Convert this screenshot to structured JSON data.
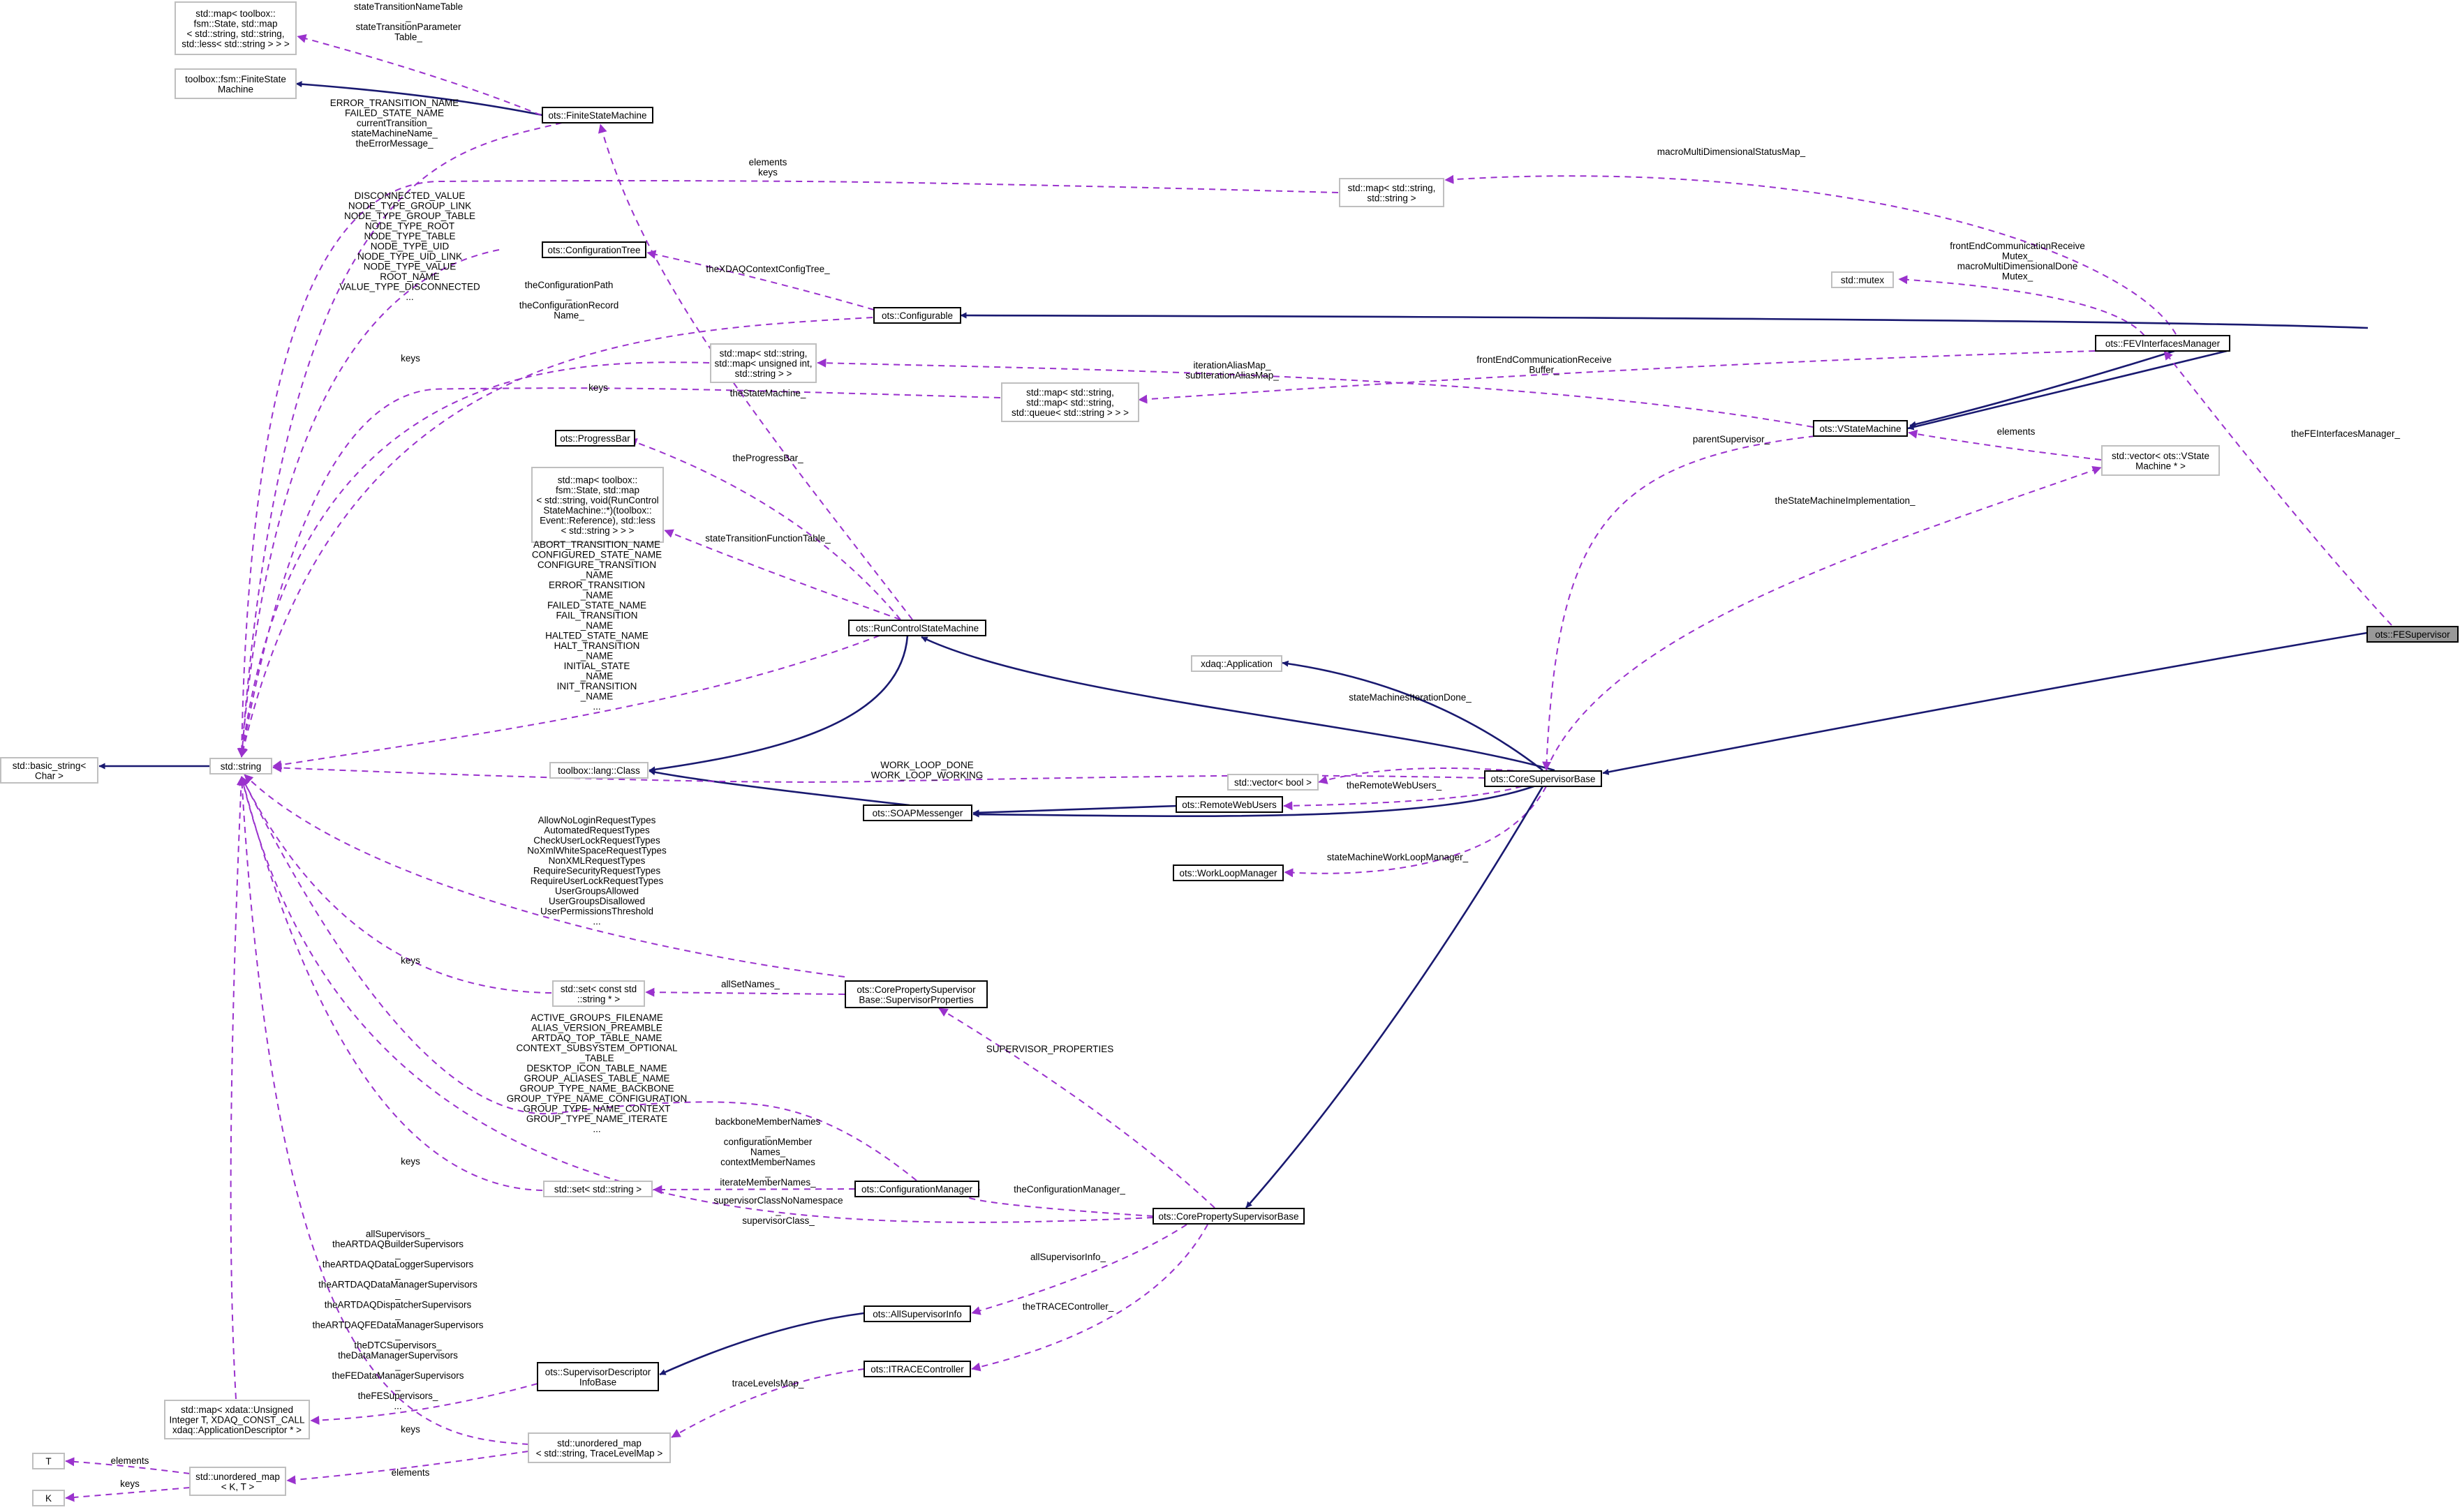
{
  "diagram": {
    "title": "",
    "nodes": {
      "basic_string": [
        "std::basic_string<",
        "Char >"
      ],
      "string": [
        "std::string"
      ],
      "T": [
        "T"
      ],
      "K": [
        "K"
      ],
      "unordered_map_KT": [
        "std::unordered_map",
        "< K, T >"
      ],
      "map_fsm_state_map": [
        "std::map< toolbox::",
        "fsm::State, std::map",
        "< std::string, std::string,",
        "std::less< std::string > > >"
      ],
      "fsm_finitestatemachine": [
        "toolbox::fsm::FiniteState",
        "Machine"
      ],
      "ots_finitestatemachine": [
        "ots::FiniteStateMachine"
      ],
      "map_string_string": [
        "std::map< std::string,",
        "std::string >"
      ],
      "ots_configurationtree": [
        "ots::ConfigurationTree"
      ],
      "ots_configurable": [
        "ots::Configurable"
      ],
      "map_string_map_uint": [
        "std::map< std::string,",
        "std::map< unsigned int,",
        "std::string > >"
      ],
      "map_string_map_queue": [
        "std::map< std::string,",
        "std::map< std::string,",
        "std::queue< std::string > > >"
      ],
      "ots_progressbar": [
        "ots::ProgressBar"
      ],
      "map_fsm_transition": [
        "std::map< toolbox::",
        "fsm::State, std::map",
        "< std::string, void(RunControl",
        "StateMachine::*)(toolbox::",
        "Event::Reference), std::less",
        "< std::string > > >"
      ],
      "ots_runcontrolstatemachine": [
        "ots::RunControlStateMachine"
      ],
      "toolbox_lang_class": [
        "toolbox::lang::Class"
      ],
      "ots_soapmessenger": [
        "ots::SOAPMessenger"
      ],
      "set_const_string_ptr": [
        "std::set< const std",
        "::string * >"
      ],
      "ots_corepropertysupervisorbase_props": [
        "ots::CorePropertySupervisor",
        "Base::SupervisorProperties"
      ],
      "set_string": [
        "std::set< std::string >"
      ],
      "ots_configurationmanager": [
        "ots::ConfigurationManager"
      ],
      "ots_allsupervisorinfo": [
        "ots::AllSupervisorInfo"
      ],
      "ots_supervisordescriptorinfobase": [
        "ots::SupervisorDescriptor",
        "InfoBase"
      ],
      "map_xdata_appdescriptor": [
        "std::map< xdata::Unsigned",
        "Integer T, XDAQ_CONST_CALL",
        "xdaq::ApplicationDescriptor * >"
      ],
      "ots_itracecontroller": [
        "ots::ITRACEController"
      ],
      "unordered_map_tracelevel": [
        "std::unordered_map",
        "< std::string, TraceLevelMap >"
      ],
      "xdaq_application": [
        "xdaq::Application"
      ],
      "vector_bool": [
        "std::vector< bool >"
      ],
      "ots_coresupervisorbase": [
        "ots::CoreSupervisorBase"
      ],
      "ots_remotewebusers": [
        "ots::RemoteWebUsers"
      ],
      "ots_workloopmanager": [
        "ots::WorkLoopManager"
      ],
      "ots_corepropertysupervisorbase": [
        "ots::CorePropertySupervisorBase"
      ],
      "std_mutex": [
        "std::mutex"
      ],
      "ots_fevinterfacesmanager": [
        "ots::FEVInterfacesManager"
      ],
      "ots_vstatemachine": [
        "ots::VStateMachine"
      ],
      "vector_vstatemachine_ptr": [
        "std::vector< ots::VState",
        "Machine * >"
      ],
      "ots_fesupervisor": [
        "ots::FESupervisor"
      ]
    },
    "edge_labels": {
      "statetransitionnametable": [
        "stateTransitionNameTable",
        "_",
        "stateTransitionParameter",
        "Table_"
      ],
      "fsm_strings": [
        "ERROR_TRANSITION_NAME",
        "FAILED_STATE_NAME",
        "currentTransition_",
        "stateMachineName_",
        "theErrorMessage_"
      ],
      "elements_keys": [
        "elements",
        "keys"
      ],
      "macromulti": [
        "macroMultiDimensionalStatusMap_"
      ],
      "configtree_strings": [
        "DISCONNECTED_VALUE",
        "NODE_TYPE_GROUP_LINK",
        "NODE_TYPE_GROUP_TABLE",
        "NODE_TYPE_ROOT",
        "NODE_TYPE_TABLE",
        "NODE_TYPE_UID",
        "NODE_TYPE_UID_LINK",
        "NODE_TYPE_VALUE",
        "ROOT_NAME",
        "VALUE_TYPE_DISCONNECTED",
        "..."
      ],
      "thexdaqcontext": [
        "theXDAQContextConfigTree_"
      ],
      "configurable_strings": [
        "theConfigurationPath",
        "_",
        "theConfigurationRecord",
        "Name_"
      ],
      "keys_1": [
        "keys"
      ],
      "keys_2": [
        "keys"
      ],
      "keys_3": [
        "keys"
      ],
      "keys_4": [
        "keys"
      ],
      "keys_5": [
        "keys"
      ],
      "keys_6": [
        "keys"
      ],
      "fecomm_mutex": [
        "frontEndCommunicationReceive",
        "Mutex_",
        "macroMultiDimensionalDone",
        "Mutex_"
      ],
      "iterationalias": [
        "iterationAliasMap_",
        "subIterationAliasMap_"
      ],
      "fecomm_buffer": [
        "frontEndCommunicationReceive",
        "Buffer_"
      ],
      "thestatemachine": [
        "theStateMachine_"
      ],
      "theprogressbar": [
        "theProgressBar_"
      ],
      "statetransitionfunctiontable": [
        "stateTransitionFunctionTable_"
      ],
      "rcsm_strings": [
        "ABORT_TRANSITION_NAME",
        "CONFIGURED_STATE_NAME",
        "CONFIGURE_TRANSITION",
        "_NAME",
        "ERROR_TRANSITION",
        "_NAME",
        "FAILED_STATE_NAME",
        "FAIL_TRANSITION",
        "_NAME",
        "HALTED_STATE_NAME",
        "HALT_TRANSITION",
        "_NAME",
        "INITIAL_STATE",
        "_NAME",
        "INIT_TRANSITION",
        "_NAME",
        "..."
      ],
      "parentsupervisor": [
        "parentSupervisor_"
      ],
      "elements_vsm": [
        "elements"
      ],
      "thestatemachineimpl": [
        "theStateMachineImplementation_"
      ],
      "thefeinterfacesmanager": [
        "theFEInterfacesManager_"
      ],
      "statemachinesiteration": [
        "stateMachinesIterationDone_"
      ],
      "workloop": [
        "WORK_LOOP_DONE",
        "WORK_LOOP_WORKING"
      ],
      "theremotewebusers": [
        "theRemoteWebUsers_"
      ],
      "statemachineworkloop": [
        "stateMachineWorkLoopManager_"
      ],
      "props_strings": [
        "AllowNoLoginRequestTypes",
        "AutomatedRequestTypes",
        "CheckUserLockRequestTypes",
        "NoXmlWhiteSpaceRequestTypes",
        "NonXMLRequestTypes",
        "RequireSecurityRequestTypes",
        "RequireUserLockRequestTypes",
        "UserGroupsAllowed",
        "UserGroupsDisallowed",
        "UserPermissionsThreshold",
        "..."
      ],
      "allsetnames": [
        "allSetNames_"
      ],
      "supervisor_properties": [
        "SUPERVISOR_PROPERTIES"
      ],
      "configmgr_strings": [
        "ACTIVE_GROUPS_FILENAME",
        "ALIAS_VERSION_PREAMBLE",
        "ARTDAQ_TOP_TABLE_NAME",
        "CONTEXT_SUBSYSTEM_OPTIONAL",
        "_TABLE",
        "DESKTOP_ICON_TABLE_NAME",
        "GROUP_ALIASES_TABLE_NAME",
        "GROUP_TYPE_NAME_BACKBONE",
        "GROUP_TYPE_NAME_CONFIGURATION",
        "GROUP_TYPE_NAME_CONTEXT",
        "GROUP_TYPE_NAME_ITERATE",
        "..."
      ],
      "backbonemembernames": [
        "backboneMemberNames",
        "_",
        "configurationMember",
        "Names_",
        "contextMemberNames",
        "_",
        "iterateMemberNames_"
      ],
      "theconfigurationmanager": [
        "theConfigurationManager_"
      ],
      "supervisorclass": [
        "supervisorClassNoNamespace",
        "_",
        "supervisorClass_"
      ],
      "allsupervisors": [
        "allSupervisors_",
        "theARTDAQBuilderSupervisors",
        "_",
        "theARTDAQDataLoggerSupervisors",
        "_",
        "theARTDAQDataManagerSupervisors",
        "_",
        "theARTDAQDispatcherSupervisors",
        "_",
        "theARTDAQFEDataManagerSupervisors",
        "_",
        "theDTCSupervisors_",
        "theDataManagerSupervisors",
        "_",
        "theFEDataManagerSupervisors",
        "_",
        "theFESupervisors_",
        "..."
      ],
      "allsupervisorinfo": [
        "allSupervisorInfo_"
      ],
      "thetracecontroller": [
        "theTRACEController_"
      ],
      "tracelevelsmap": [
        "traceLevelsMap_"
      ],
      "elements_T": [
        "elements"
      ],
      "keys_K": [
        "keys"
      ],
      "elements_um": [
        "elements"
      ]
    }
  }
}
